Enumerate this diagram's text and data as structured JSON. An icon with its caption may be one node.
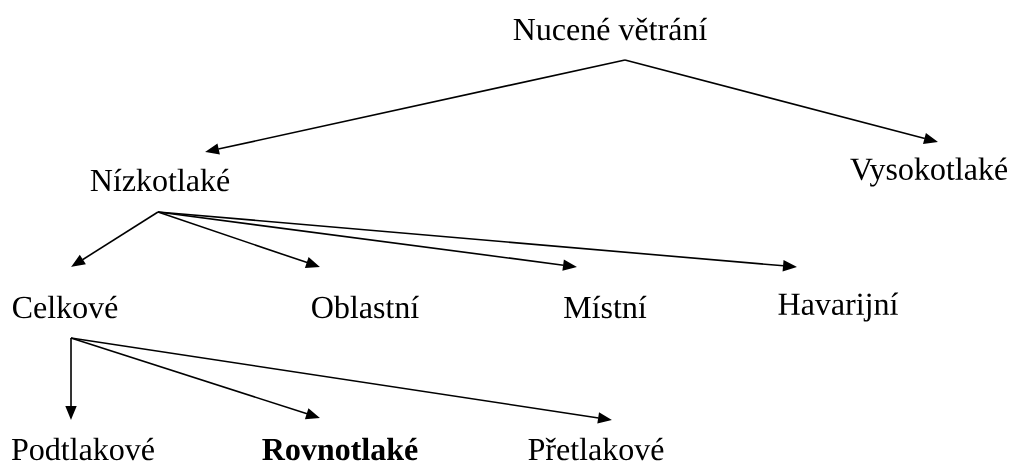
{
  "diagram": {
    "nodes": [
      {
        "text": [
          "Nucené větrání"
        ]
      },
      {
        "text": [
          "Nízkotlaké"
        ]
      },
      {
        "text": [
          "Vysokotlaké"
        ]
      },
      {
        "text": [
          "Celkové"
        ]
      },
      {
        "text": [
          "Oblastní"
        ]
      },
      {
        "text": [
          "Místní"
        ]
      },
      {
        "text": [
          "Havarijní"
        ]
      },
      {
        "text": [
          "Podtlakové"
        ]
      },
      {
        "text": [
          "Rovnotlaké"
        ]
      },
      {
        "text": [
          "Přetlakové"
        ]
      }
    ],
    "edges": [
      {
        "from": 0,
        "to": 1,
        "arrow": "to"
      },
      {
        "from": 0,
        "to": 2,
        "arrow": "to"
      },
      {
        "from": 1,
        "to": 3,
        "arrow": "to"
      },
      {
        "from": 1,
        "to": 4,
        "arrow": "to"
      },
      {
        "from": 1,
        "to": 5,
        "arrow": "to"
      },
      {
        "from": 1,
        "to": 6,
        "arrow": "to"
      },
      {
        "from": 3,
        "to": 7,
        "arrow": "to"
      },
      {
        "from": 3,
        "to": 8,
        "arrow": "to"
      },
      {
        "from": 3,
        "to": 9,
        "arrow": "to"
      }
    ]
  }
}
